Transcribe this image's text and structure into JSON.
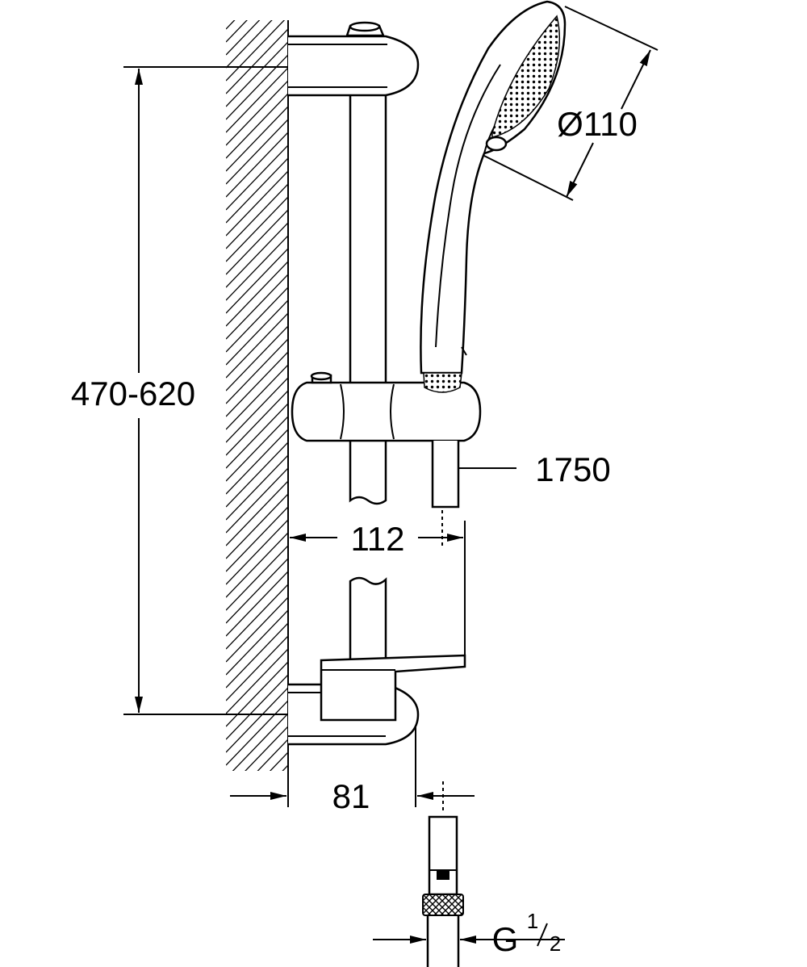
{
  "dimensions": {
    "rail_height": "470-620",
    "spray_diameter": "Ø110",
    "hose_length": "1750",
    "projection_holder": "112",
    "projection_bracket": "81",
    "thread_prefix": "G",
    "thread_numerator": "1",
    "thread_denominator": "2"
  }
}
